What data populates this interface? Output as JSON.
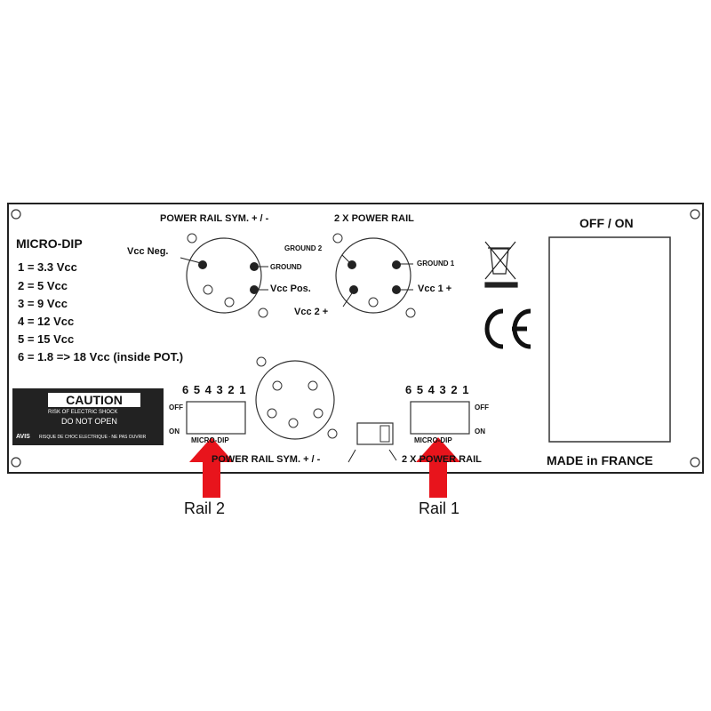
{
  "panel": {
    "title_sym": "POWER RAIL SYM. + / -",
    "title_2x": "2 X POWER RAIL",
    "off_on": "OFF / ON",
    "made_in": "MADE in FRANCE"
  },
  "micro_dip": {
    "heading": "MICRO-DIP",
    "items": [
      "1 = 3.3 Vcc",
      "2 = 5 Vcc",
      "3 = 9 Vcc",
      "4 = 12 Vcc",
      "5 = 15 Vcc",
      "6 = 1.8 => 18 Vcc (inside POT.)"
    ]
  },
  "connector_sym": {
    "vcc_neg": "Vcc Neg.",
    "ground": "GROUND",
    "vcc_pos": "Vcc Pos."
  },
  "connector_2x": {
    "ground2": "GROUND 2",
    "ground1": "GROUND 1",
    "vcc1": "Vcc 1 +",
    "vcc2": "Vcc 2 +"
  },
  "dip_left": {
    "numbers": "6 5 4 3 2 1",
    "off": "OFF",
    "on": "ON",
    "label": "MICRO-DIP"
  },
  "dip_right": {
    "numbers": "6 5 4 3 2 1",
    "off": "OFF",
    "on": "ON",
    "label": "MICRO-DIP"
  },
  "bottom": {
    "sym": "POWER RAIL SYM. + / -",
    "twox": "2 X POWER RAIL"
  },
  "caution": {
    "title": "CAUTION",
    "line1": "RISK OF ELECTRIC SHOCK",
    "line2": "DO NOT OPEN",
    "avis": "AVIS",
    "line3": "RISQUE DE CHOC ELECTRIQUE - NE PAS OUVRIR"
  },
  "ce_mark": "CE",
  "arrows": {
    "rail2": "Rail 2",
    "rail1": "Rail 1",
    "color": "#e8141c"
  }
}
